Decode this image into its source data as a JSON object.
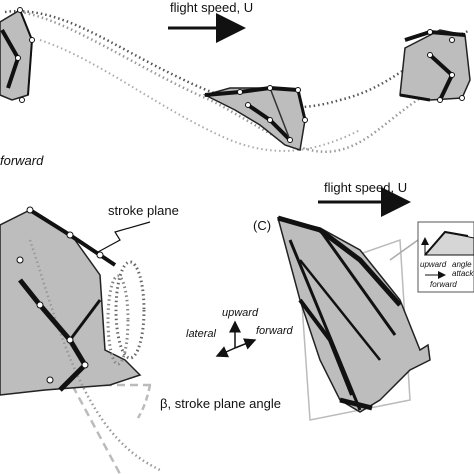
{
  "panel_a": {
    "flight_speed_label": "flight speed, U",
    "forward_label": "forward"
  },
  "panel_b": {
    "stroke_plane_label": "stroke plane",
    "beta_label": "β, stroke plane angle"
  },
  "panel_c": {
    "panel_tag": "(C)",
    "flight_speed_label": "flight speed, U",
    "axes": {
      "upward": "upward",
      "lateral": "lateral",
      "forward": "forward"
    },
    "inset": {
      "upward": "upward",
      "angle_of": "angle o",
      "attack": "attack",
      "forward": "forward"
    }
  }
}
